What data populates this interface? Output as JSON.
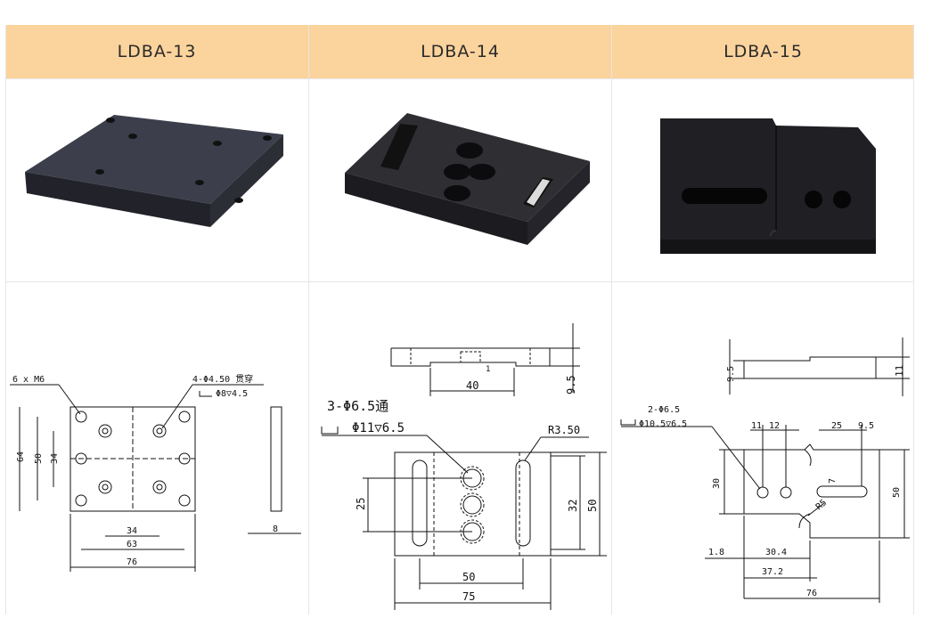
{
  "products": [
    {
      "model": "LDBA-13",
      "photo_icon": "black-rectangular-plate-with-six-holes",
      "drawing": {
        "labels": [
          "6 x M6",
          "4-Φ4.50 贯穿",
          "Φ8▽4.5"
        ],
        "dims": [
          "64",
          "50",
          "34",
          "34",
          "63",
          "76",
          "8"
        ]
      }
    },
    {
      "model": "LDBA-14",
      "photo_icon": "black-plate-with-two-slots-and-three-holes",
      "drawing": {
        "labels": [
          "3-Φ6.5通",
          "Φ11▽6.5",
          "R3.50"
        ],
        "dims": [
          "1",
          "40",
          "9.5",
          "25",
          "32",
          "50",
          "50",
          "75"
        ]
      }
    },
    {
      "model": "LDBA-15",
      "photo_icon": "black-stepped-plate-with-slot-and-two-holes",
      "drawing": {
        "labels": [
          "2-Φ6.5",
          "Φ10.5▽6.5",
          "R5"
        ],
        "dims": [
          "9.5",
          "11",
          "11",
          "12",
          "25",
          "9.5",
          "7",
          "30",
          "50",
          "1.8",
          "30.4",
          "37.2",
          "76"
        ]
      }
    }
  ],
  "colors": {
    "header_bg": "#fbd39c",
    "grid_line": "#e6e6e6",
    "part": "#1f1f24"
  }
}
